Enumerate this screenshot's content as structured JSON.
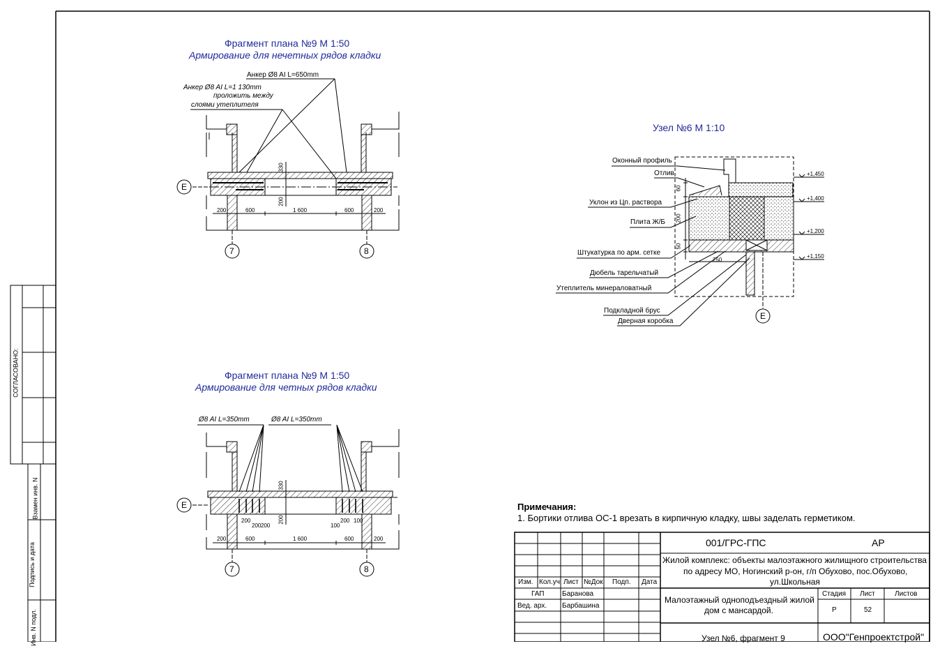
{
  "frame": {
    "side_labels": [
      "СОГЛАСОВАНО:",
      "Взамен инв. N",
      "Подпись и дата",
      "Инв. N подл."
    ]
  },
  "plan_odd": {
    "title": "Фрагмент плана №9  М 1:50",
    "subtitle": "Армирование для нечетных рядов кладки",
    "callout_1": "Анкер Ø8 AI  L=650mm",
    "callout_2_line1": "Анкер Ø8 AI  L=1 130mm",
    "callout_2_line2": "проложить между",
    "callout_2_line3": "слоями утеплителя",
    "axis_e": "E",
    "axis_7": "7",
    "axis_8": "8",
    "dims": [
      "200",
      "600",
      "1 600",
      "600",
      "200"
    ],
    "vdims": [
      "330",
      "200"
    ]
  },
  "plan_even": {
    "title": "Фрагмент плана №9  М 1:50",
    "subtitle": "Армирование для четных рядов кладки",
    "callout_1": "Ø8 AI  L=350mm",
    "callout_2": "Ø8 AI  L=350mm",
    "axis_e": "E",
    "axis_7": "7",
    "axis_8": "8",
    "dims": [
      "200",
      "600",
      "1 600",
      "600",
      "200"
    ],
    "subdims": [
      "200",
      "200",
      "100",
      "100",
      "200",
      "200"
    ],
    "vdims": [
      "330",
      "200"
    ]
  },
  "node6": {
    "title": "Узел №6  М 1:10",
    "labels": [
      "Оконный профиль",
      "Отлив",
      "Уклон из Цп. раствора",
      "Плита Ж/Б",
      "Штукатурка по арм. сетке",
      "Дюбель тарельчатый",
      "Утеплитель минераловатный",
      "Подкладной брус",
      "Дверная коробка"
    ],
    "levels": [
      "+1,450",
      "+1,400",
      "+1,200",
      "+1,150"
    ],
    "dims": [
      "60",
      "200",
      "50",
      "250"
    ],
    "axis_e": "E"
  },
  "notes": {
    "heading": "Примечания:",
    "item1": "1. Бортики отлива ОС-1 врезать в кирпичную кладку, швы заделать герметиком."
  },
  "title_block": {
    "code": "001/ГРС-ГПС",
    "section": "АР",
    "project_line1": "Жилой комплекс: объекты малоэтажного жилищного строительства",
    "project_line2": "по адресу МО, Ногинский р-он, г/п Обухово, пос.Обухово,",
    "project_line3": "ул.Школьная",
    "col_headers": [
      "Изм.",
      "Кол.уч",
      "Лист",
      "№Док.",
      "Подп.",
      "Дата"
    ],
    "role1": "ГАП",
    "name1": "Баранова",
    "role2": "Вед. арх.",
    "name2": "Барбашина",
    "building_line1": "Малоэтажный одноподъездный жилой",
    "building_line2": "дом с мансардой.",
    "stage_header": "Стадия",
    "sheet_header": "Лист",
    "sheets_header": "Листов",
    "stage": "Р",
    "sheet": "52",
    "sheets": "",
    "drawing_name": "Узел №6, фрагмент 9",
    "company": "ООО\"Генпроектстрой\""
  }
}
